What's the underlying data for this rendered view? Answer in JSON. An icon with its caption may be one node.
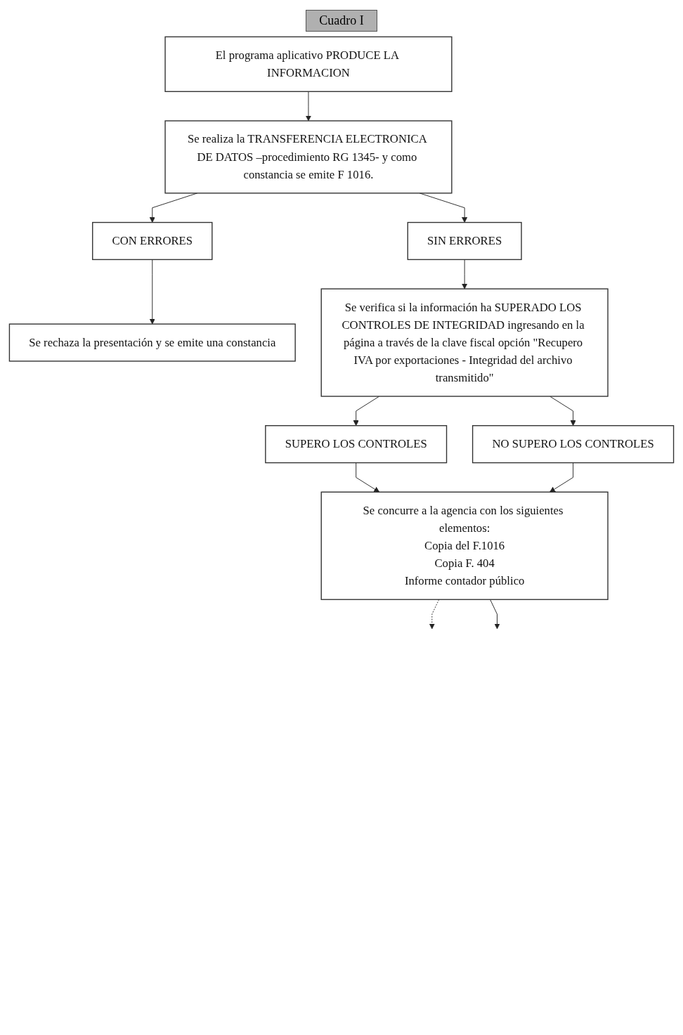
{
  "diagram": {
    "title": "Cuadro I",
    "nodes": [
      {
        "text": [
          "El programa aplicativo PRODUCE LA INFORMACION"
        ]
      },
      {
        "text": [
          "Se realiza la TRANSFERENCIA ELECTRONICA DE DATOS –procedimiento RG 1345- y como constancia se emite F 1016."
        ]
      },
      {
        "text": [
          "SIN ERRORES"
        ]
      },
      {
        "text": [
          "CON ERRORES"
        ]
      },
      {
        "text": [
          "Se rechaza la presentación y se emite una constancia"
        ]
      },
      {
        "text": [
          "Se verifica si la información ha SUPERADO LOS CONTROLES DE INTEGRIDAD ingresando en la página a través de la clave fiscal opción \"Recupero IVA por exportaciones - Integridad del archivo transmitido\""
        ]
      },
      {
        "text": [
          "SUPERO LOS CONTROLES"
        ]
      },
      {
        "text": [
          "NO SUPERO LOS CONTROLES"
        ]
      },
      {
        "text": [
          "Se concurre a la agencia con los siguientes elementos:",
          "Copia del F.1016",
          "Copia F. 404",
          "Informe contador público"
        ]
      }
    ],
    "edges": [
      {
        "from": 0,
        "to": 1,
        "arrow": "to"
      },
      {
        "from": 1,
        "to": 2,
        "arrow": "to"
      },
      {
        "from": 1,
        "to": 3,
        "arrow": "to"
      },
      {
        "from": 3,
        "to": 4,
        "arrow": "to"
      },
      {
        "from": 2,
        "to": 5,
        "arrow": "to"
      },
      {
        "from": 5,
        "to": 6,
        "arrow": "to"
      },
      {
        "from": 5,
        "to": 7,
        "arrow": "to"
      },
      {
        "from": 6,
        "to": 8,
        "arrow": "to"
      },
      {
        "from": 7,
        "to": 8,
        "arrow": "to"
      },
      {
        "from": 8,
        "to": null,
        "arrow": "to",
        "style": "dashed"
      },
      {
        "from": 8,
        "to": null,
        "arrow": "to"
      }
    ]
  }
}
